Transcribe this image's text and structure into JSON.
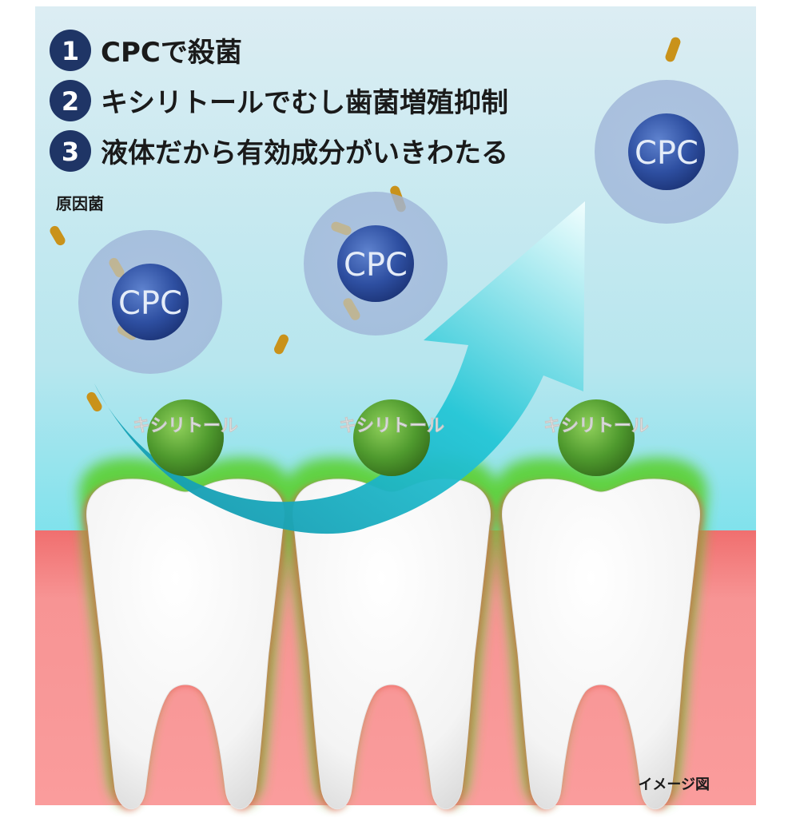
{
  "points": [
    {
      "number": "1",
      "text": "CPCで殺菌"
    },
    {
      "number": "2",
      "text": "キシリトールでむし歯菌増殖抑制"
    },
    {
      "number": "3",
      "text": "液体だから有効成分がいきわたる"
    }
  ],
  "bacteria_label": "原因菌",
  "cpc_label": "CPC",
  "xylitol_label": "キシリトール",
  "caption": "イメージ図",
  "colors": {
    "badge": "#1f3566",
    "gum": "#f37a7a",
    "plaque_glow": "#5fd13a",
    "arrow": "#1bb3c8",
    "cpc_core": "#2c4f9e",
    "xylitol": "#4f9a2e",
    "bacteria": "#c9921a"
  }
}
